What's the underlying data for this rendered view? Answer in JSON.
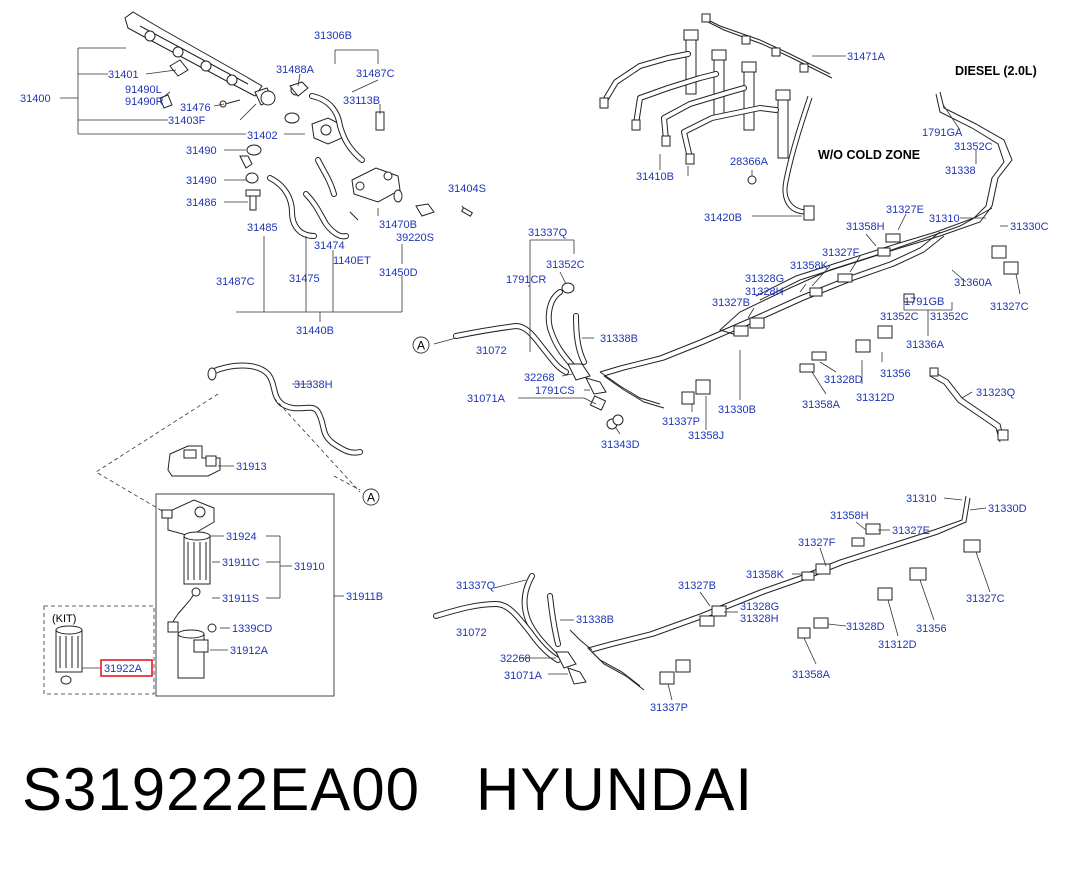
{
  "headers": {
    "engine": "DIESEL (2.0L)",
    "variant": "W/O COLD ZONE"
  },
  "labels": [
    {
      "id": "31400",
      "text": "31400"
    },
    {
      "id": "31401",
      "text": "31401"
    },
    {
      "id": "91490L",
      "text": "91490L"
    },
    {
      "id": "91490R",
      "text": "91490R"
    },
    {
      "id": "31476",
      "text": "31476"
    },
    {
      "id": "31403F",
      "text": "31403F"
    },
    {
      "id": "31402",
      "text": "31402"
    },
    {
      "id": "31490a",
      "text": "31490"
    },
    {
      "id": "31490b",
      "text": "31490"
    },
    {
      "id": "31486",
      "text": "31486"
    },
    {
      "id": "31485",
      "text": "31485"
    },
    {
      "id": "31487Ca",
      "text": "31487C"
    },
    {
      "id": "31475",
      "text": "31475"
    },
    {
      "id": "31474",
      "text": "31474"
    },
    {
      "id": "31440B",
      "text": "31440B"
    },
    {
      "id": "31306B",
      "text": "31306B"
    },
    {
      "id": "31488A",
      "text": "31488A"
    },
    {
      "id": "31487Cb",
      "text": "31487C"
    },
    {
      "id": "33113B",
      "text": "33113B"
    },
    {
      "id": "1140ET",
      "text": "1140ET"
    },
    {
      "id": "31470B",
      "text": "31470B"
    },
    {
      "id": "39220S",
      "text": "39220S"
    },
    {
      "id": "31450D",
      "text": "31450D"
    },
    {
      "id": "31404S",
      "text": "31404S"
    },
    {
      "id": "31471A",
      "text": "31471A"
    },
    {
      "id": "31410B",
      "text": "31410B"
    },
    {
      "id": "28366A",
      "text": "28366A"
    },
    {
      "id": "31420B",
      "text": "31420B"
    },
    {
      "id": "1791GA",
      "text": "1791GA"
    },
    {
      "id": "31352Ca",
      "text": "31352C"
    },
    {
      "id": "31338",
      "text": "31338"
    },
    {
      "id": "31327Ea",
      "text": "31327E"
    },
    {
      "id": "31358Ha",
      "text": "31358H"
    },
    {
      "id": "31310a",
      "text": "31310"
    },
    {
      "id": "31330Ca",
      "text": "31330C"
    },
    {
      "id": "31327Fa",
      "text": "31327F"
    },
    {
      "id": "31358Ka",
      "text": "31358K"
    },
    {
      "id": "31328Ga",
      "text": "31328G"
    },
    {
      "id": "31328Ha",
      "text": "31328H"
    },
    {
      "id": "31327Ba",
      "text": "31327B"
    },
    {
      "id": "31360A",
      "text": "31360A"
    },
    {
      "id": "1791GB",
      "text": "1791GB"
    },
    {
      "id": "31327Cb",
      "text": "31327C"
    },
    {
      "id": "31352Cb",
      "text": "31352C"
    },
    {
      "id": "31352Cc",
      "text": "31352C"
    },
    {
      "id": "31336A",
      "text": "31336A"
    },
    {
      "id": "31337Q",
      "text": "31337Q"
    },
    {
      "id": "31352Cd",
      "text": "31352C"
    },
    {
      "id": "1791CR",
      "text": "1791CR"
    },
    {
      "id": "31338Ba",
      "text": "31338B"
    },
    {
      "id": "31072a",
      "text": "31072"
    },
    {
      "id": "32268a",
      "text": "32268"
    },
    {
      "id": "1791CS",
      "text": "1791CS"
    },
    {
      "id": "31071Aa",
      "text": "31071A"
    },
    {
      "id": "31343D",
      "text": "31343D"
    },
    {
      "id": "31337Pa",
      "text": "31337P"
    },
    {
      "id": "31358J",
      "text": "31358J"
    },
    {
      "id": "31330B",
      "text": "31330B"
    },
    {
      "id": "31328Da",
      "text": "31328D"
    },
    {
      "id": "31358Aa",
      "text": "31358A"
    },
    {
      "id": "31356a",
      "text": "31356"
    },
    {
      "id": "31312Da",
      "text": "31312D"
    },
    {
      "id": "31323Q",
      "text": "31323Q"
    },
    {
      "id": "31338H",
      "text": "31338H"
    },
    {
      "id": "31913",
      "text": "31913"
    },
    {
      "id": "31924",
      "text": "31924"
    },
    {
      "id": "31911C",
      "text": "31911C"
    },
    {
      "id": "31910",
      "text": "31910"
    },
    {
      "id": "31911S",
      "text": "31911S"
    },
    {
      "id": "31911B",
      "text": "31911B"
    },
    {
      "id": "1339CD",
      "text": "1339CD"
    },
    {
      "id": "31912A",
      "text": "31912A"
    },
    {
      "id": "kit",
      "text": "(KIT)"
    },
    {
      "id": "31922A",
      "text": "31922A"
    },
    {
      "id": "31310b",
      "text": "31310"
    },
    {
      "id": "31330D",
      "text": "31330D"
    },
    {
      "id": "31358Hb",
      "text": "31358H"
    },
    {
      "id": "31327Eb",
      "text": "31327E"
    },
    {
      "id": "31327Fb",
      "text": "31327F"
    },
    {
      "id": "31358Kb",
      "text": "31358K"
    },
    {
      "id": "31327Cc",
      "text": "31327C"
    },
    {
      "id": "31337Qb",
      "text": "31337Q"
    },
    {
      "id": "31327Bb",
      "text": "31327B"
    },
    {
      "id": "31328Gb",
      "text": "31328G"
    },
    {
      "id": "31328Hb",
      "text": "31328H"
    },
    {
      "id": "31338Bb",
      "text": "31338B"
    },
    {
      "id": "31072b",
      "text": "31072"
    },
    {
      "id": "31328Db",
      "text": "31328D"
    },
    {
      "id": "31356b",
      "text": "31356"
    },
    {
      "id": "31312Db",
      "text": "31312D"
    },
    {
      "id": "32268b",
      "text": "32268"
    },
    {
      "id": "31071Ab",
      "text": "31071A"
    },
    {
      "id": "31358Ab",
      "text": "31358A"
    },
    {
      "id": "31337Pb",
      "text": "31337P"
    }
  ],
  "markers": {
    "connector_a_1": "A",
    "connector_a_2": "A"
  },
  "highlight": {
    "part": "31922A",
    "color": "#e31b23"
  },
  "caption": {
    "part_number": "S319222EA00",
    "brand": "HYUNDAI"
  },
  "colors": {
    "label_text": "#1f35b8",
    "line": "#222222",
    "background": "#ffffff"
  }
}
